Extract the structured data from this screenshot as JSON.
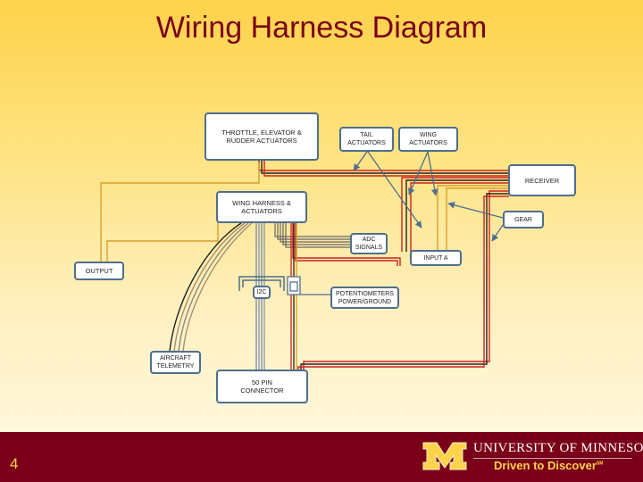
{
  "slide": {
    "title": "Wiring Harness Diagram",
    "page_number": "4",
    "colors": {
      "title": "#7a0019",
      "footer_bg": "#7a0019",
      "gold": "#fed24a",
      "box_border": "#4f6e8c"
    }
  },
  "nodes": {
    "throttle": "THROTTLE, ELEVATOR &\nRUDDER ACTUATORS",
    "tail": "TAIL\nACTUATORS",
    "wing": "WING\nACTUATORS",
    "receiver": "RECEIVER",
    "wing_harness": "WING HARNESS &\nACTUATORS",
    "gear": "GEAR",
    "adc": "ADC\nSIGNALS",
    "input_a": "INPUT A",
    "output": "OUTPUT",
    "i2c": "I2C",
    "potentiometers": "POTENTIOMETERS\nPOWER/GROUND",
    "telemetry": "AIRCRAFT\nTELEMETRY",
    "connector": "50 PIN\nCONNECTOR"
  },
  "branding": {
    "university": "UNIVERSITY OF MINNESOTA",
    "tagline": "Driven to Discover",
    "tagline_mark": "SM",
    "logo": "block-m-logo"
  }
}
